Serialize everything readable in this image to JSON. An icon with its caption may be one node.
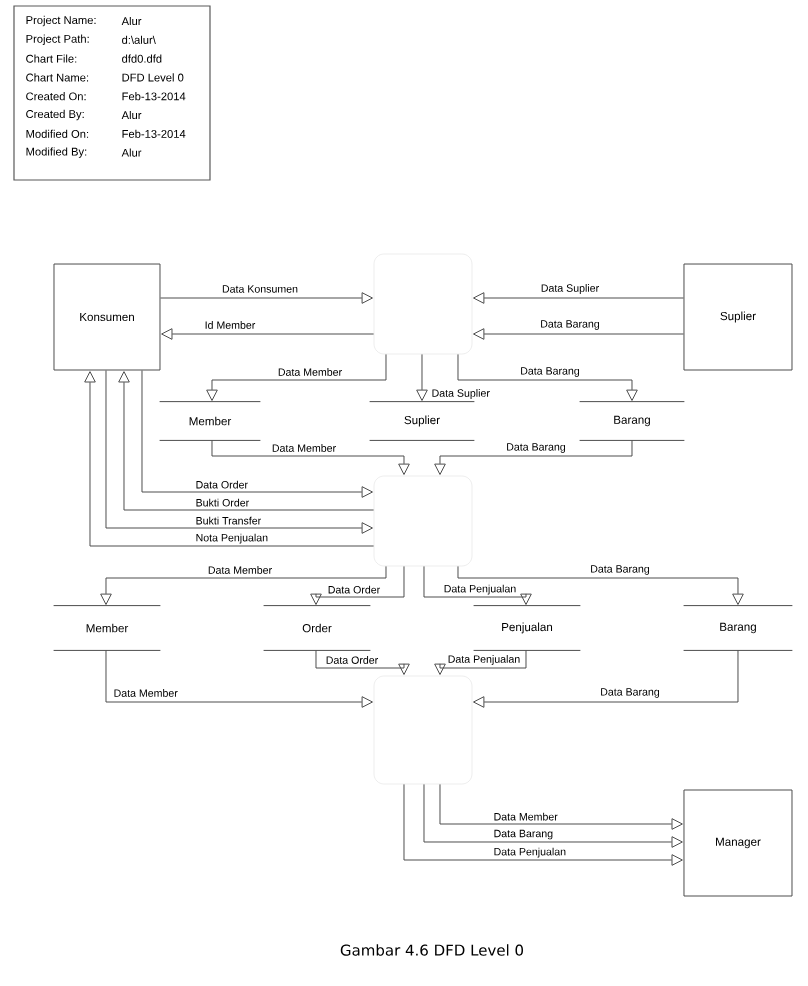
{
  "diagram": {
    "caption": "Gambar 4.6 DFD Level 0",
    "nodes": [
      {
        "text": [
          "Konsumen"
        ]
      },
      {
        "text": [
          "Suplier"
        ]
      },
      {
        "text": [],
        "shape": "box"
      },
      {
        "text": [
          "Member"
        ]
      },
      {
        "text": [
          "Suplier"
        ]
      },
      {
        "text": [
          "Barang"
        ]
      },
      {
        "text": [],
        "shape": "box"
      },
      {
        "text": [
          "Member"
        ]
      },
      {
        "text": [
          "Order"
        ]
      },
      {
        "text": [
          "Penjualan"
        ]
      },
      {
        "text": [
          "Barang"
        ]
      },
      {
        "text": [],
        "shape": "box"
      },
      {
        "text": [
          "Manager"
        ]
      }
    ],
    "edges": [
      {
        "from": 0,
        "to": 2,
        "arrow": "to",
        "label": "Data Konsumen"
      },
      {
        "from": 2,
        "to": 0,
        "arrow": "to",
        "label": "Id Member"
      },
      {
        "from": 1,
        "to": 2,
        "arrow": "to",
        "label": "Data Suplier"
      },
      {
        "from": 1,
        "to": 2,
        "arrow": "to",
        "label": "Data Barang"
      },
      {
        "from": 2,
        "to": 3,
        "arrow": "to",
        "label": "Data Member"
      },
      {
        "from": 2,
        "to": 4,
        "arrow": "to",
        "label": "Data Suplier"
      },
      {
        "from": 2,
        "to": 5,
        "arrow": "to",
        "label": "Data Barang"
      },
      {
        "from": 3,
        "to": 6,
        "arrow": "to",
        "label": "Data Member"
      },
      {
        "from": 5,
        "to": 6,
        "arrow": "to",
        "label": "Data Barang"
      },
      {
        "from": 0,
        "to": 6,
        "arrow": "to",
        "label": "Data Order"
      },
      {
        "from": 6,
        "to": 0,
        "arrow": "to",
        "label": "Bukti Order"
      },
      {
        "from": 0,
        "to": 6,
        "arrow": "to",
        "label": "Bukti Transfer"
      },
      {
        "from": 6,
        "to": 0,
        "arrow": "to",
        "label": "Nota Penjualan"
      },
      {
        "from": 6,
        "to": 7,
        "arrow": "to",
        "label": "Data Member"
      },
      {
        "from": 6,
        "to": 8,
        "arrow": "to",
        "label": "Data Order"
      },
      {
        "from": 6,
        "to": 9,
        "arrow": "to",
        "label": "Data Penjualan"
      },
      {
        "from": 6,
        "to": 10,
        "arrow": "to",
        "label": "Data Barang"
      },
      {
        "from": 8,
        "to": 11,
        "arrow": "to",
        "label": "Data Order"
      },
      {
        "from": 9,
        "to": 11,
        "arrow": "to",
        "label": "Data Penjualan"
      },
      {
        "from": 7,
        "to": 11,
        "arrow": "to",
        "label": "Data Member"
      },
      {
        "from": 10,
        "to": 11,
        "arrow": "to",
        "label": "Data Barang"
      },
      {
        "from": 11,
        "to": 12,
        "arrow": "to",
        "label": "Data Member"
      },
      {
        "from": 11,
        "to": 12,
        "arrow": "to",
        "label": "Data Barang"
      },
      {
        "from": 11,
        "to": 12,
        "arrow": "to",
        "label": "Data Penjualan"
      }
    ],
    "labels": [
      "Project Name:",
      "Alur",
      "Project Path:",
      "d:\\alur\\",
      "Chart File:",
      "dfd0.dfd",
      "Chart Name:",
      "DFD Level 0",
      "Created On:",
      "Feb-13-2014",
      "Created By:",
      "Alur",
      "Modified On:",
      "Feb-13-2014",
      "Modified By:",
      "Alur"
    ]
  }
}
